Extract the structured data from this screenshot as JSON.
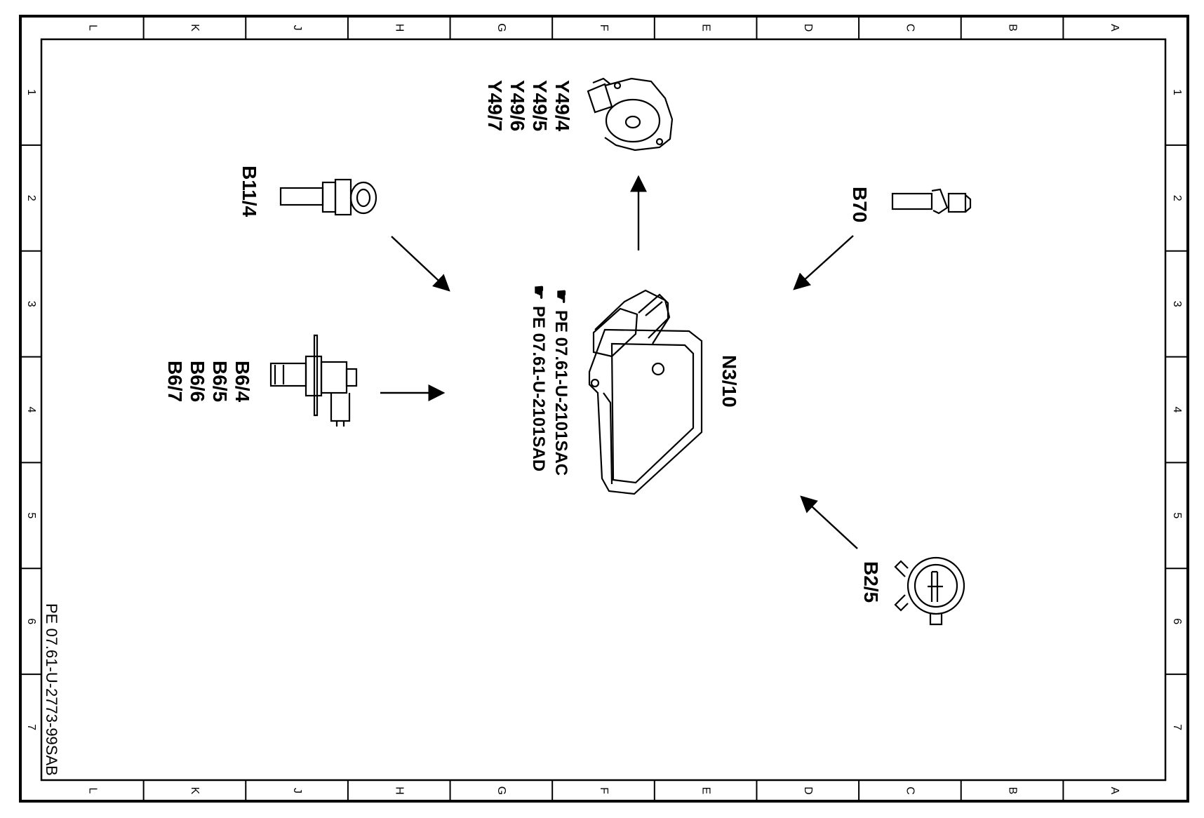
{
  "grid": {
    "columns": [
      "L",
      "K",
      "J",
      "H",
      "G",
      "F",
      "E",
      "D",
      "C",
      "B",
      "A"
    ],
    "rows": [
      "1",
      "2",
      "3",
      "4",
      "5",
      "6",
      "7"
    ]
  },
  "components": {
    "y49": {
      "labels": [
        "Y49/4",
        "Y49/5",
        "Y49/6",
        "Y49/7"
      ]
    },
    "b11_4": {
      "label": "B11/4"
    },
    "b70": {
      "label": "B70"
    },
    "b6": {
      "labels": [
        "B6/4",
        "B6/5",
        "B6/6",
        "B6/7"
      ]
    },
    "n3_10": {
      "label": "N3/10"
    },
    "b2_5": {
      "label": "B2/5"
    }
  },
  "references": [
    "PE  07.61-U-2101SAC",
    "PE  07.61-U-2101SAD"
  ],
  "document_id": "PE 07.61-U-2773-99SAB",
  "colors": {
    "ink": "#000000",
    "paper": "#ffffff"
  }
}
